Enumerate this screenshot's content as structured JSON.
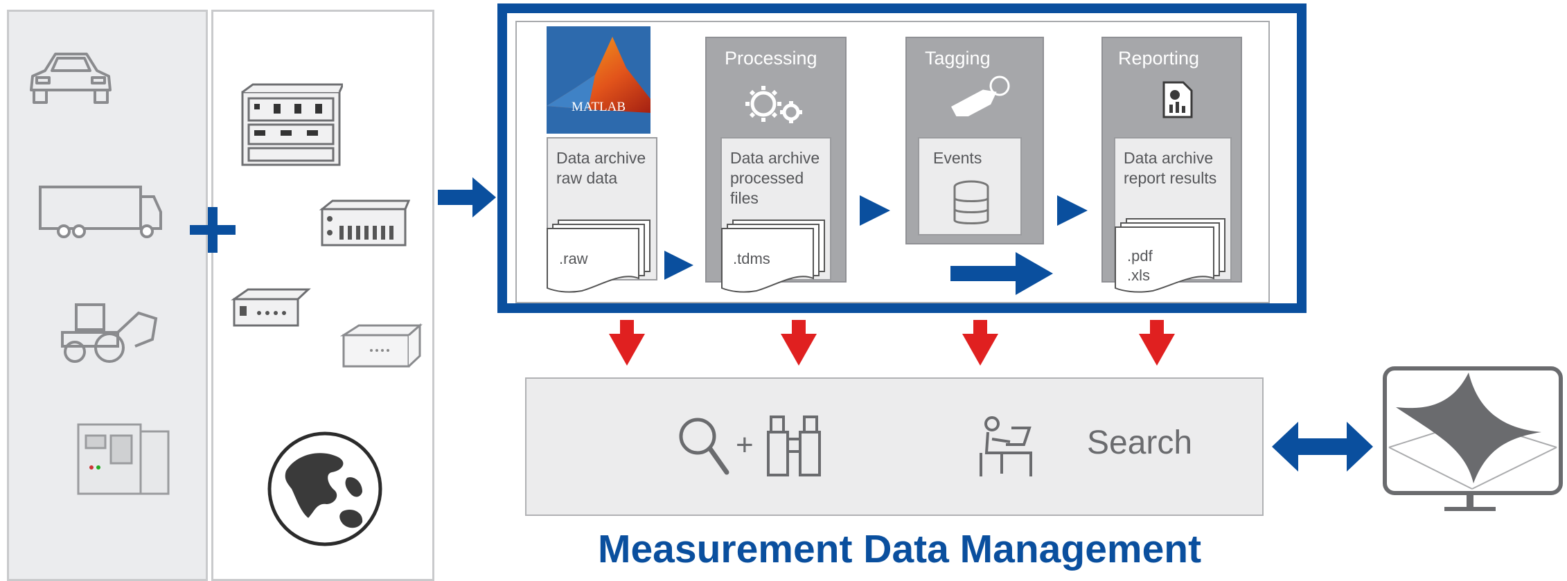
{
  "colors": {
    "brand_blue": "#0a4f9e",
    "alert_red": "#e02020",
    "stage_gray": "#a6a7aa",
    "card_gray": "#ececed",
    "icon_gray": "#8a8b8e"
  },
  "sources": {
    "vehicles": [
      "car-icon",
      "truck-icon",
      "tractor-icon",
      "test-bench-icon"
    ],
    "devices": [
      "daq-chassis-icon",
      "daq-module-icon",
      "logger-icon",
      "small-box-icon",
      "globe-icon"
    ]
  },
  "matlab": {
    "logo_text": "MATLAB"
  },
  "stages": [
    {
      "title": "",
      "card": "Data archive raw data",
      "file": ".raw"
    },
    {
      "title": "Processing",
      "card": "Data archive processed files",
      "file": ".tdms"
    },
    {
      "title": "Tagging",
      "card": "Events"
    },
    {
      "title": "Reporting",
      "card": "Data archive report results",
      "file_line1": ".pdf",
      "file_line2": ".xls"
    }
  ],
  "search": {
    "label": "Search",
    "plus": "+"
  },
  "title": "Measurement Data Management"
}
